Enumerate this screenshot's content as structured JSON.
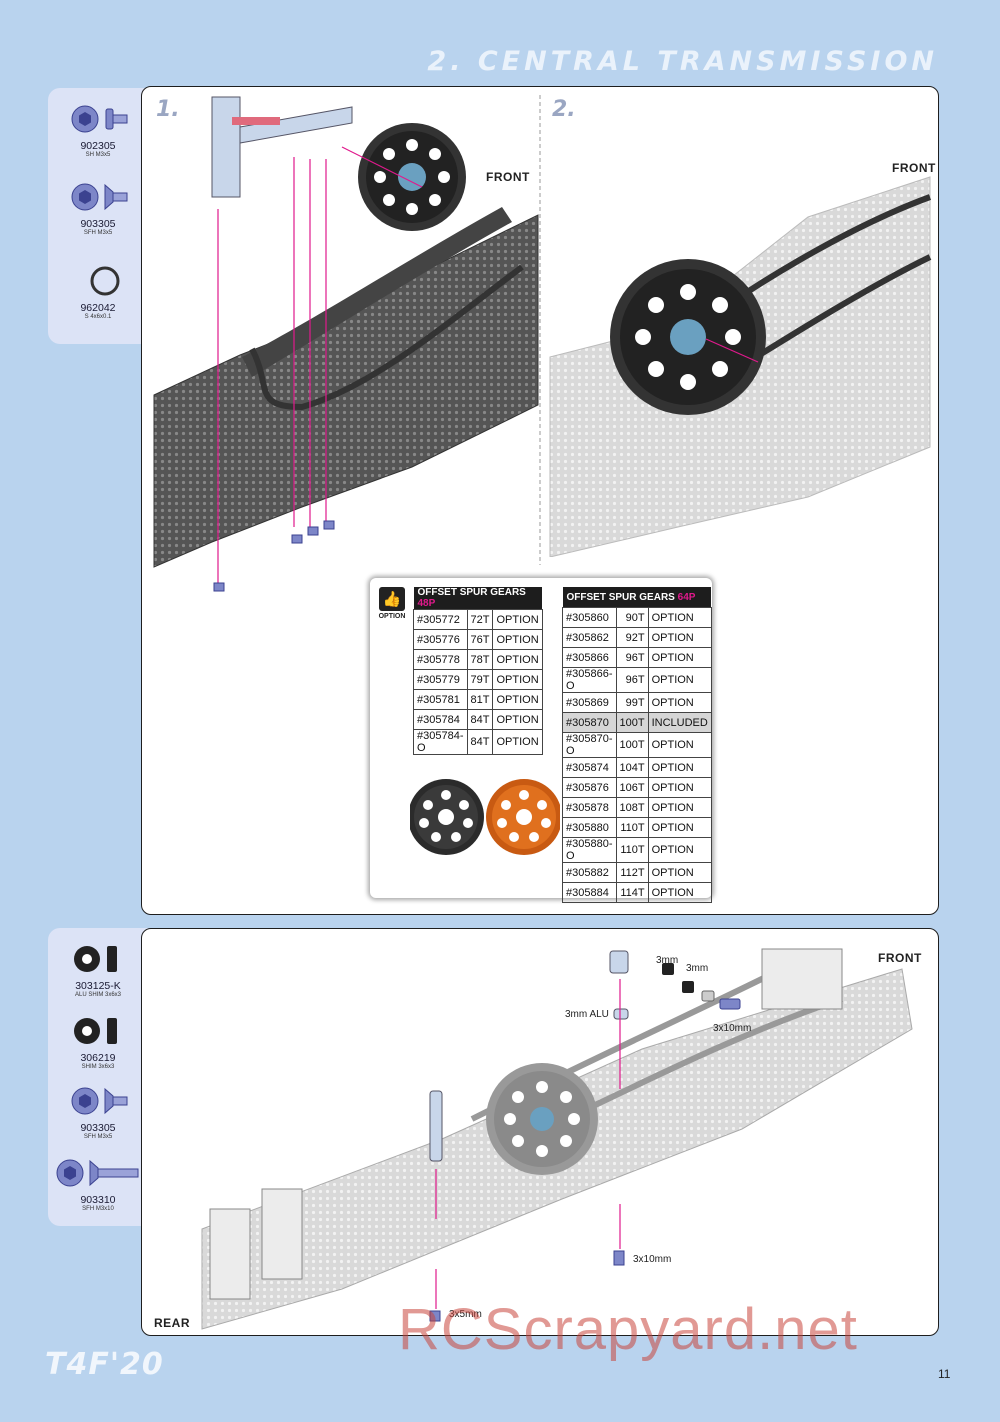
{
  "header": {
    "title": "2. CENTRAL TRANSMISSION"
  },
  "sidebar_top": {
    "parts": [
      {
        "code": "902305",
        "desc": "SH M3x5"
      },
      {
        "code": "903305",
        "desc": "SFH M3x5"
      },
      {
        "code": "962042",
        "desc": "S 4x6x0.1"
      }
    ]
  },
  "sidebar_bottom": {
    "parts": [
      {
        "code": "303125-K",
        "desc": "ALU SHIM 3x6x3"
      },
      {
        "code": "306219",
        "desc": "SHIM 3x6x3"
      },
      {
        "code": "903305",
        "desc": "SFH M3x5"
      },
      {
        "code": "903310",
        "desc": "SFH M3x10"
      }
    ]
  },
  "step1": {
    "label": "1.",
    "front_label": "FRONT"
  },
  "step2": {
    "label": "2.",
    "front_label": "FRONT"
  },
  "option": {
    "label": "OPTION"
  },
  "table48": {
    "title": "OFFSET SPUR GEARS",
    "pitch": "48P",
    "rows": [
      [
        "#305772",
        "72T",
        "OPTION"
      ],
      [
        "#305776",
        "76T",
        "OPTION"
      ],
      [
        "#305778",
        "78T",
        "OPTION"
      ],
      [
        "#305779",
        "79T",
        "OPTION"
      ],
      [
        "#305781",
        "81T",
        "OPTION"
      ],
      [
        "#305784",
        "84T",
        "OPTION"
      ],
      [
        "#305784-O",
        "84T",
        "OPTION"
      ]
    ]
  },
  "table64": {
    "title": "OFFSET SPUR GEARS",
    "pitch": "64P",
    "rows": [
      [
        "#305860",
        "90T",
        "OPTION"
      ],
      [
        "#305862",
        "92T",
        "OPTION"
      ],
      [
        "#305866",
        "96T",
        "OPTION"
      ],
      [
        "#305866-O",
        "96T",
        "OPTION"
      ],
      [
        "#305869",
        "99T",
        "OPTION"
      ],
      [
        "#305870",
        "100T",
        "INCLUDED"
      ],
      [
        "#305870-O",
        "100T",
        "OPTION"
      ],
      [
        "#305874",
        "104T",
        "OPTION"
      ],
      [
        "#305876",
        "106T",
        "OPTION"
      ],
      [
        "#305878",
        "108T",
        "OPTION"
      ],
      [
        "#305880",
        "110T",
        "OPTION"
      ],
      [
        "#305880-O",
        "110T",
        "OPTION"
      ],
      [
        "#305882",
        "112T",
        "OPTION"
      ],
      [
        "#305884",
        "114T",
        "OPTION"
      ]
    ]
  },
  "step3": {
    "front_label": "FRONT",
    "rear_label": "REAR",
    "labels": {
      "a": "3mm",
      "b": "3mm",
      "c": "3mm ALU",
      "d": "3x10mm",
      "e": "3x10mm",
      "f": "3x5mm"
    }
  },
  "footer": {
    "logo": "T4F'20",
    "page": "11"
  },
  "watermark": "RCScrapyard.net",
  "colors": {
    "accent": "#e0198c",
    "panel_bg": "#b9d3ee",
    "gear_orange": "#e0701e"
  }
}
